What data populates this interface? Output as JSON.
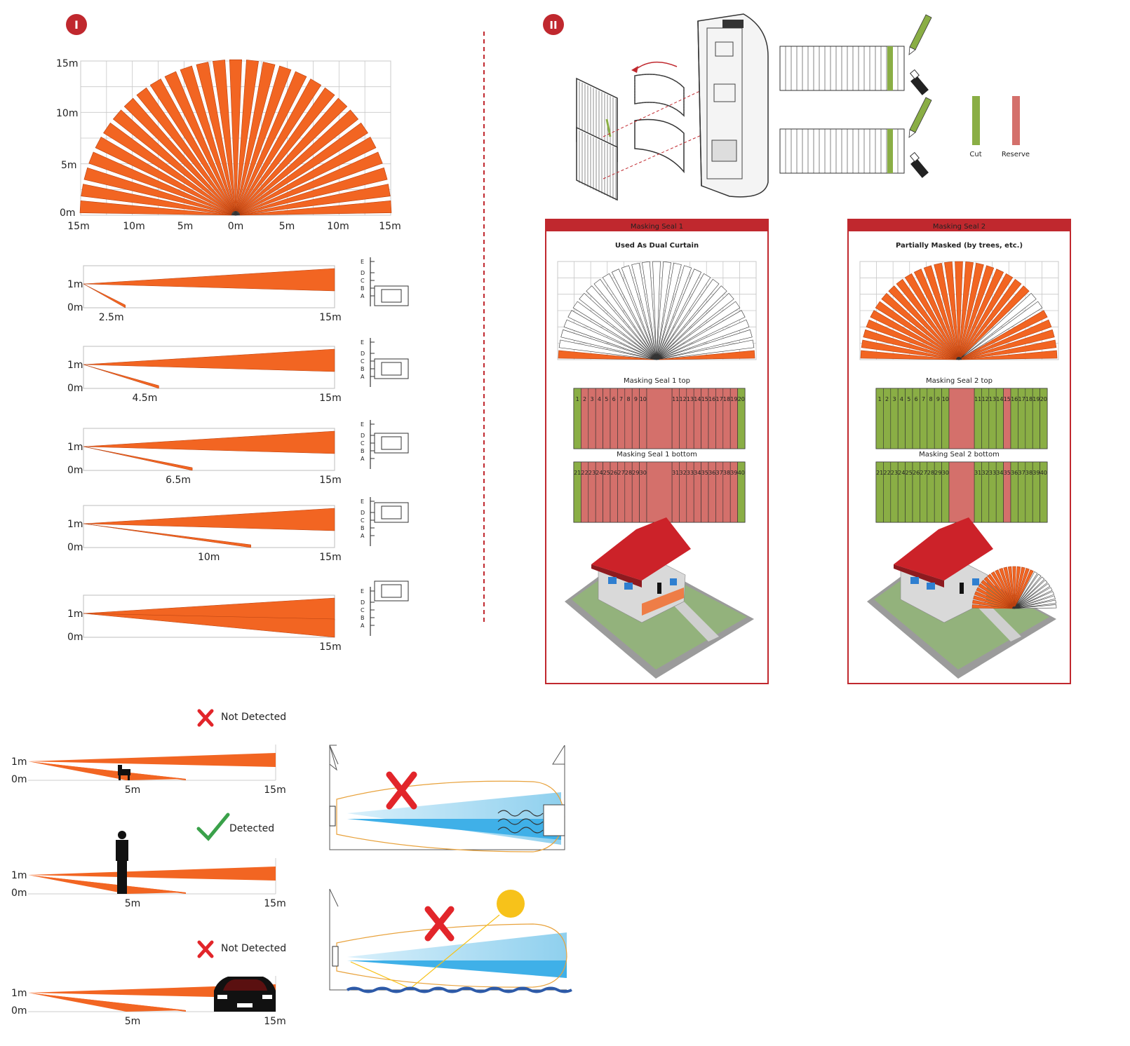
{
  "colors": {
    "beam": "#f26522",
    "beam_stroke": "#b8400f",
    "accent_red": "#c0282e",
    "cut_green": "#8aae45",
    "reserve_pink": "#d4706b",
    "grid": "#c8c8c8",
    "sky_blue": "#8fd0ee",
    "beam_blue": "#3fb0e8",
    "sun": "#f7c21a",
    "orange_line": "#e8a23c",
    "water": "#2d5aa8",
    "roof": "#cc2229",
    "lawn": "#93b27c",
    "wall": "#d9d9d9",
    "check_green": "#3aa14a"
  },
  "section_markers": {
    "one": "I",
    "two": "II"
  },
  "top_view": {
    "y_labels": [
      "15m",
      "10m",
      "5m",
      "0m"
    ],
    "x_labels": [
      "15m",
      "10m",
      "5m",
      "0m",
      "5m",
      "10m",
      "15m"
    ]
  },
  "side_views": [
    {
      "y_top": "1m",
      "y_bottom": "0m",
      "near_label": "2.5m",
      "far_label": "15m",
      "near_distance": 2.5,
      "switch_position": "A"
    },
    {
      "y_top": "1m",
      "y_bottom": "0m",
      "near_label": "4.5m",
      "far_label": "15m",
      "near_distance": 4.5,
      "switch_position": "B"
    },
    {
      "y_top": "1m",
      "y_bottom": "0m",
      "near_label": "6.5m",
      "far_label": "15m",
      "near_distance": 6.5,
      "switch_position": "C"
    },
    {
      "y_top": "1m",
      "y_bottom": "0m",
      "near_label": "10m",
      "far_label": "15m",
      "near_distance": 10,
      "switch_position": "D"
    },
    {
      "y_top": "1m",
      "y_bottom": "0m",
      "near_label": "",
      "far_label": "15m",
      "near_distance": 15,
      "switch_position": "E"
    }
  ],
  "switch_letters": [
    "E",
    "D",
    "C",
    "B",
    "A"
  ],
  "legend": {
    "cut": "Cut",
    "reserve": "Reserve"
  },
  "masking_panels": [
    {
      "header": "Masking Seal 1",
      "subtitle": "Used As Dual Curtain",
      "top_label": "Masking Seal 1 top",
      "bottom_label": "Masking Seal 1 bottom",
      "active_beams": [
        0,
        28
      ],
      "top_numbers": [
        "1",
        "2",
        "3",
        "4",
        "5",
        "6",
        "7",
        "8",
        "9",
        "10",
        "11",
        "12",
        "13",
        "14",
        "15",
        "16",
        "17",
        "18",
        "19",
        "20"
      ],
      "bottom_numbers": [
        "21",
        "22",
        "23",
        "24",
        "25",
        "26",
        "27",
        "28",
        "29",
        "30",
        "31",
        "32",
        "33",
        "34",
        "35",
        "36",
        "37",
        "38",
        "39",
        "40"
      ],
      "cut_strips": [
        1,
        20
      ],
      "reserve_gap_after": 10
    },
    {
      "header": "Masking Seal 2",
      "subtitle": "Partially Masked (by trees, etc.)",
      "top_label": "Masking Seal 2 top",
      "bottom_label": "Masking Seal 2 bottom",
      "active_beams": [
        0,
        1,
        2,
        3,
        4,
        5,
        6,
        7,
        8,
        9,
        10,
        11,
        12,
        13,
        14,
        15,
        16,
        17,
        18,
        19,
        20,
        21,
        24,
        25,
        26,
        27,
        28
      ],
      "top_numbers": [
        "1",
        "2",
        "3",
        "4",
        "5",
        "6",
        "7",
        "8",
        "9",
        "10",
        "11",
        "12",
        "13",
        "14",
        "15",
        "16",
        "17",
        "18",
        "19",
        "20"
      ],
      "bottom_numbers": [
        "21",
        "22",
        "23",
        "24",
        "25",
        "26",
        "27",
        "28",
        "29",
        "30",
        "31",
        "32",
        "33",
        "34",
        "35",
        "36",
        "37",
        "38",
        "39",
        "40"
      ],
      "cut_strips": [
        1,
        2,
        3,
        4,
        5,
        6,
        7,
        8,
        9,
        10,
        11,
        12,
        13,
        14,
        16,
        17,
        18,
        19,
        20
      ],
      "reserve_gap_after": 10
    }
  ],
  "detection": [
    {
      "status": "Not Detected",
      "detected": false,
      "object": "pet",
      "y_top": "1m",
      "y_bottom": "0m",
      "near_label": "5m",
      "far_label": "15m"
    },
    {
      "status": "Detected",
      "detected": true,
      "object": "person",
      "y_top": "1m",
      "y_bottom": "0m",
      "near_label": "5m",
      "far_label": "15m"
    },
    {
      "status": "Not Detected",
      "detected": false,
      "object": "car",
      "y_top": "1m",
      "y_bottom": "0m",
      "near_label": "5m",
      "far_label": "15m"
    }
  ]
}
